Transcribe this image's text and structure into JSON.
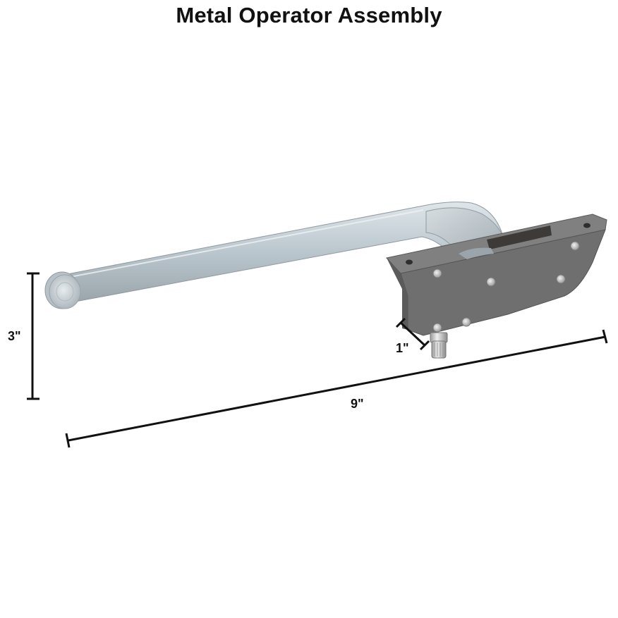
{
  "title": "Metal Operator Assembly",
  "dimensions": {
    "height": "3\"",
    "length": "9\"",
    "spline": "1\""
  },
  "colors": {
    "arm": "#bcc6cc",
    "arm_highlight": "#dbe3e8",
    "arm_shadow": "#8e989e",
    "housing": "#6e6e6e",
    "housing_top": "#7d7d7d",
    "housing_dark": "#555555",
    "screw": "#d7d7d7",
    "line": "#111111"
  },
  "parts": [
    {
      "name": "crank-arm"
    },
    {
      "name": "roller-disc"
    },
    {
      "name": "gear-housing"
    },
    {
      "name": "spline-shaft"
    }
  ]
}
